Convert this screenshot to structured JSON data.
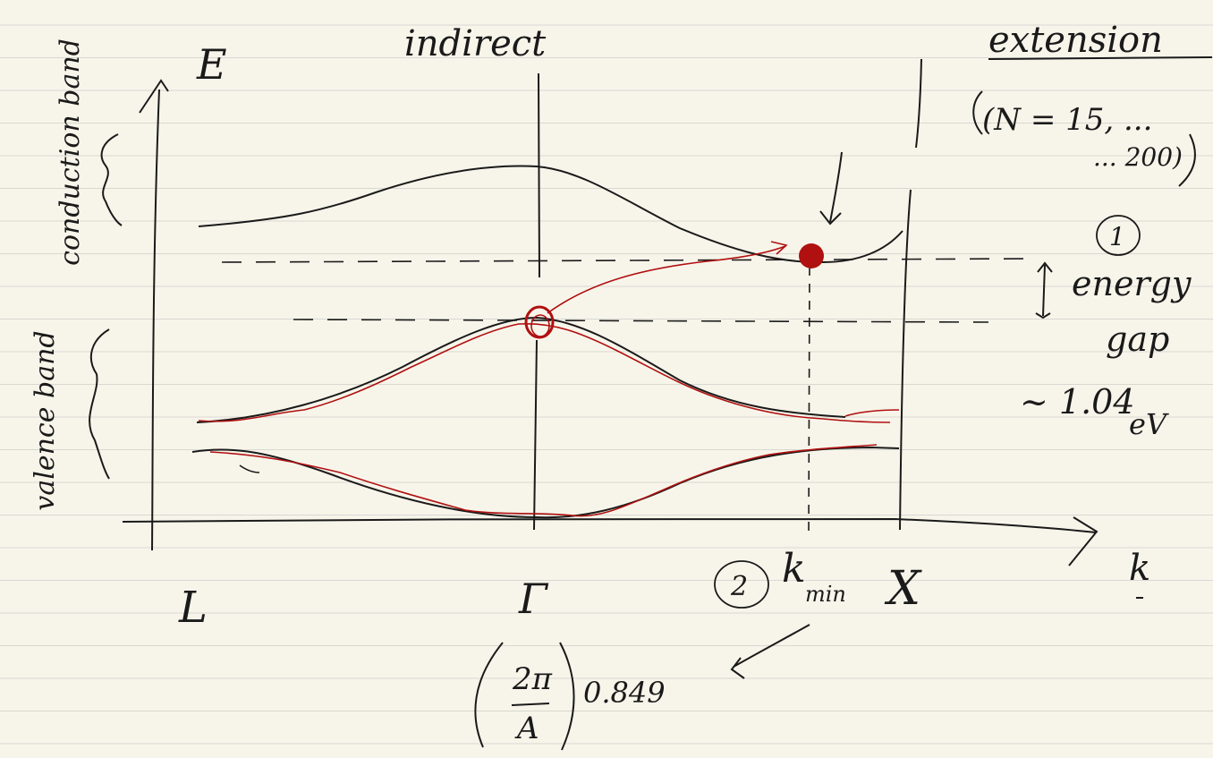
{
  "labels": {
    "e_axis": "E",
    "title": "indirect",
    "extension": "extension",
    "n_range_line1": "(N = 15, ...",
    "n_range_line2": "... 200)",
    "marker_one": "1",
    "energy": "energy",
    "gap": "gap",
    "gap_value": "~ 1.04",
    "gap_unit": "eV",
    "conduction_band": "conduction band",
    "valence_band": "valence band",
    "point_l": "L",
    "point_gamma": "Γ",
    "marker_two": "2",
    "k_min": "k",
    "k_min_sub": "min",
    "point_x": "X",
    "k_axis": "k",
    "fraction_num": "2π",
    "fraction_den": "A",
    "coefficient": "0.849"
  },
  "colors": {
    "ink": "#1a1a1a",
    "red": "#b01010",
    "paper": "#f7f5ea",
    "rule": "#d8d8d2"
  }
}
